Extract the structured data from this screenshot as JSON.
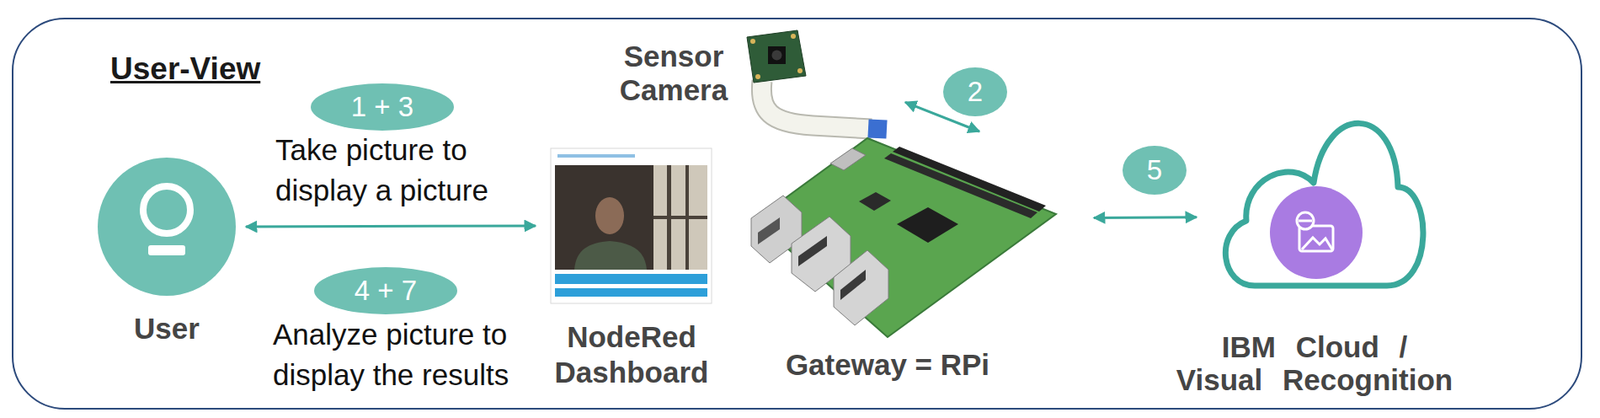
{
  "diagram": {
    "title": "User-View",
    "nodes": [
      {
        "text": [
          "User"
        ]
      },
      {
        "text": [
          "1 + 3"
        ]
      },
      {
        "text": [
          "4 + 7"
        ]
      },
      {
        "text": [
          "NodeRed Dashboard"
        ]
      },
      {
        "text": [
          "Sensor Camera"
        ]
      },
      {
        "text": [
          "2"
        ]
      },
      {
        "text": [
          "Gateway = RPi"
        ]
      },
      {
        "text": [
          "5"
        ]
      },
      {
        "text": [
          "IBM Cloud / Visual Recognition"
        ]
      }
    ],
    "edges": [
      {
        "from": 0,
        "to": 3,
        "arrow": "both"
      },
      {
        "from": 4,
        "to": 6,
        "arrow": "both"
      },
      {
        "from": 6,
        "to": 8,
        "arrow": "both"
      }
    ],
    "labels": [
      "Take picture to display a picture",
      "Analyze picture to display the results"
    ]
  }
}
